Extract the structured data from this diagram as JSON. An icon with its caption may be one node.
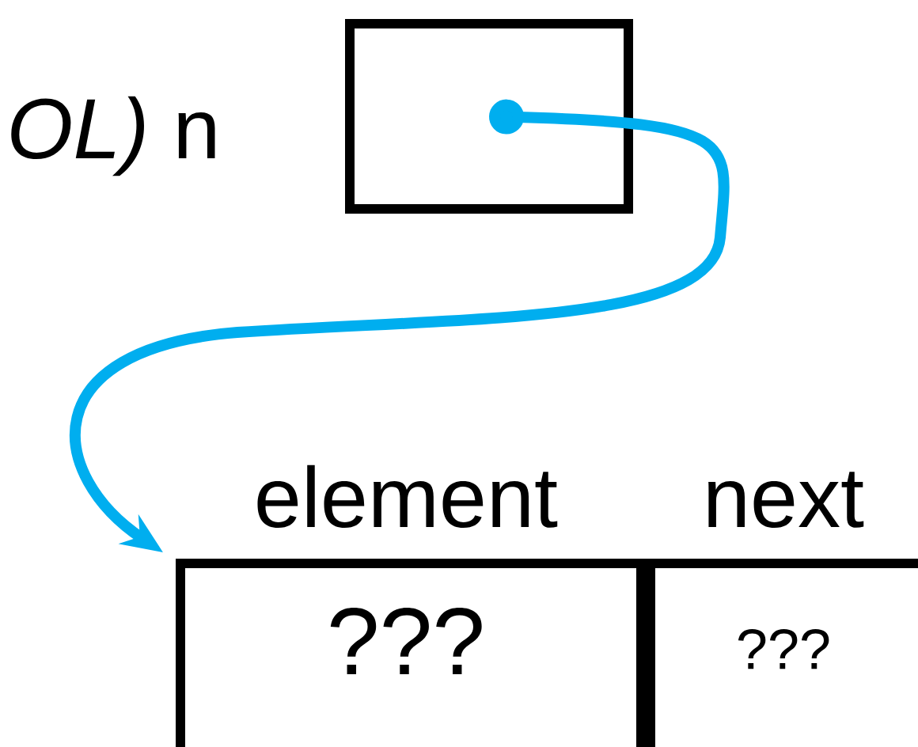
{
  "diagram": {
    "nodes": [
      {
        "text": [],
        "shape": "box",
        "beside": [
          "*OL)* n"
        ]
      },
      {
        "text": [
          "element",
          "???"
        ]
      },
      {
        "text": [
          "next",
          "???"
        ]
      }
    ],
    "edges": [
      {
        "from": 0,
        "to": 1,
        "arrow": "to",
        "color": "#00aeef"
      }
    ]
  }
}
